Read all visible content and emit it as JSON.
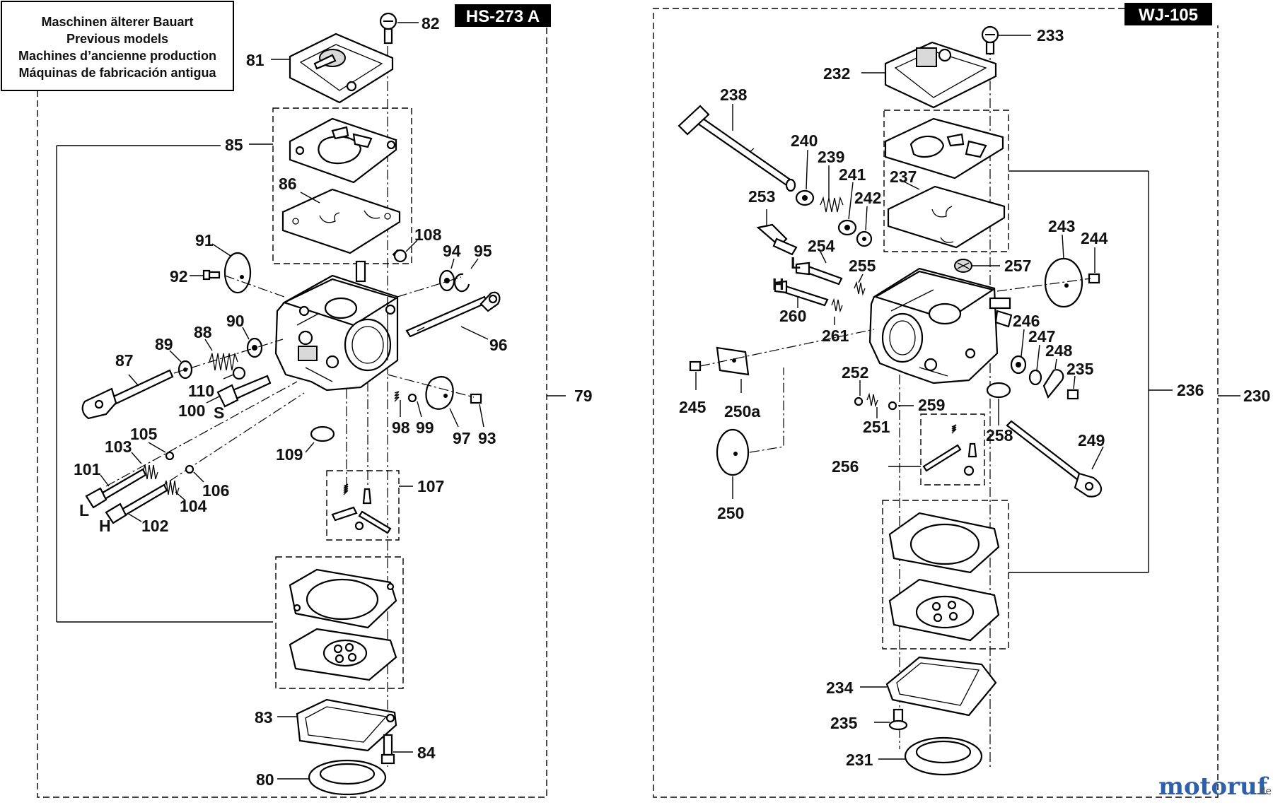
{
  "left_panel": {
    "badge": "HS-273 A",
    "note_lines": [
      "Maschinen älterer Bauart",
      "Previous models",
      "Machines d’ancienne production",
      "Máquinas de fabricación antigua"
    ],
    "labels": {
      "l82": "82",
      "l81": "81",
      "l85": "85",
      "l86": "86",
      "l91": "91",
      "l92": "92",
      "l108": "108",
      "l94": "94",
      "l95": "95",
      "l90": "90",
      "l88": "88",
      "l89": "89",
      "l87": "87",
      "l96": "96",
      "l110": "110",
      "l100": "100",
      "lS": "S",
      "l79": "79",
      "l105": "105",
      "l103": "103",
      "l98": "98",
      "l99": "99",
      "l97": "97",
      "l93": "93",
      "l109": "109",
      "l101": "101",
      "l106": "106",
      "lL": "L",
      "l104": "104",
      "lH": "H",
      "l102": "102",
      "l107": "107",
      "l83": "83",
      "l84": "84",
      "l80": "80"
    }
  },
  "right_panel": {
    "badge": "WJ-105",
    "labels": {
      "l233": "233",
      "l232": "232",
      "l238": "238",
      "l240": "240",
      "l239": "239",
      "l241": "241",
      "l237": "237",
      "l242": "242",
      "l253": "253",
      "l254": "254",
      "lL": "L",
      "l255": "255",
      "l257": "257",
      "l243": "243",
      "l244": "244",
      "lH": "H",
      "l260": "260",
      "l261": "261",
      "l246": "246",
      "l247": "247",
      "l248": "248",
      "l235a": "235",
      "l236": "236",
      "l230": "230",
      "l252": "252",
      "l245": "245",
      "l250a": "250a",
      "l251": "251",
      "l259": "259",
      "l258": "258",
      "l249": "249",
      "l256": "256",
      "l250": "250",
      "l234": "234",
      "l235b": "235",
      "l231": "231"
    }
  },
  "watermark": {
    "brand": "motoruf",
    "suffix": ".de"
  }
}
